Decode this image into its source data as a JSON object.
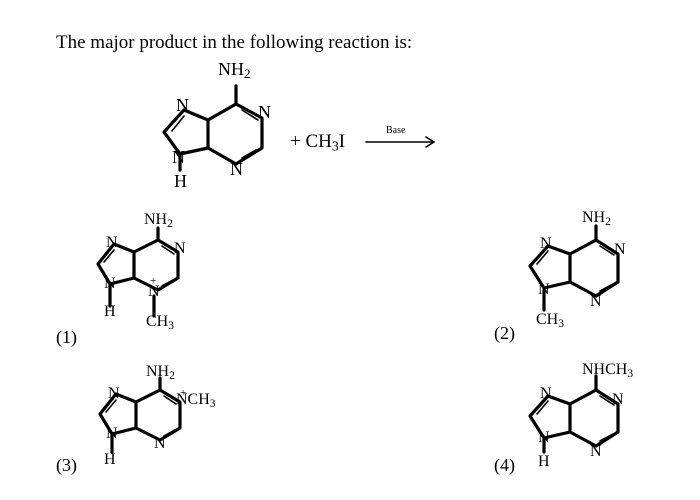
{
  "question": {
    "text": "The major product in the following reaction is:"
  },
  "reaction": {
    "substituent": "NH",
    "substituent_sub": "2",
    "atom_N": "N",
    "atom_H": "H",
    "reagent_main": "+ CH",
    "reagent_sub": "3",
    "reagent_end": "I",
    "condition": "Base"
  },
  "options": [
    {
      "number": "(1)",
      "top": "NH",
      "top_sub": "2",
      "bottom": "CH",
      "bottom_sub": "3",
      "charge": "+",
      "h": "H"
    },
    {
      "number": "(2)",
      "top": "NH",
      "top_sub": "2",
      "bottom": "CH",
      "bottom_sub": "3"
    },
    {
      "number": "(3)",
      "top": "NH",
      "top_sub": "2",
      "side": "NCH",
      "side_sub": "3",
      "charge": "+",
      "h": "H"
    },
    {
      "number": "(4)",
      "top": "NHCH",
      "top_sub": "3",
      "h": "H"
    }
  ]
}
